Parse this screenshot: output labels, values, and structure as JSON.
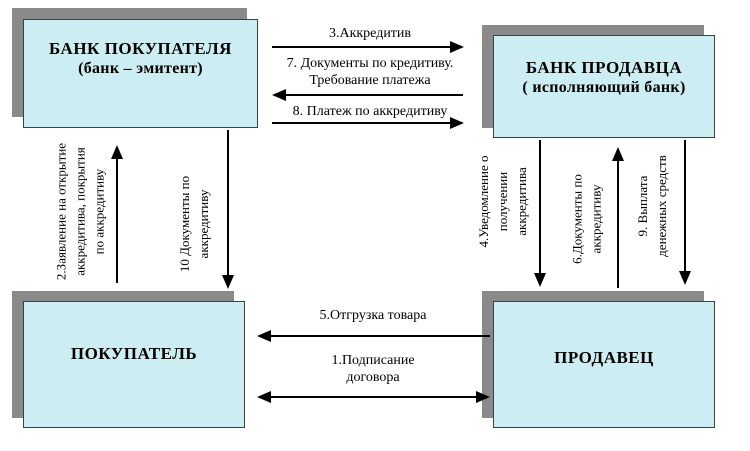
{
  "colors": {
    "background": "#ffffff",
    "box_fill": "#cceef2",
    "box_border": "#404040",
    "shadow": "#8a8a8a",
    "arrow": "#000000"
  },
  "nodes": {
    "bank_buyer": {
      "title": "БАНК ПОКУПАТЕЛЯ",
      "subtitle": "(банк – эмитент)"
    },
    "bank_seller": {
      "title": "БАНК ПРОДАВЦА",
      "subtitle": "( исполняющий банк)"
    },
    "buyer": {
      "title": "ПОКУПАТЕЛЬ"
    },
    "seller": {
      "title": "ПРОДАВЕЦ"
    }
  },
  "flows": {
    "step1": {
      "direction": "both",
      "lines": [
        "1.Подписание",
        "договора"
      ]
    },
    "step2": {
      "direction": "up",
      "lines": [
        "2.Заявление на открытие",
        "аккредитива, покрытия",
        "по аккредитиву"
      ]
    },
    "step3": {
      "direction": "right",
      "lines": [
        "3.Аккредитив"
      ]
    },
    "step4": {
      "direction": "down",
      "lines": [
        "4.Уведомление о",
        "получении",
        "аккредитива"
      ]
    },
    "step5": {
      "direction": "left",
      "lines": [
        "5.Отгрузка товара"
      ]
    },
    "step6": {
      "direction": "up",
      "lines": [
        "6.Документы по",
        "аккредитиву"
      ]
    },
    "step7": {
      "direction": "left",
      "lines": [
        "7. Документы по  кредитиву.",
        "Требование платежа"
      ]
    },
    "step8": {
      "direction": "right",
      "lines": [
        "8. Платеж по аккредитиву"
      ]
    },
    "step9": {
      "direction": "down",
      "lines": [
        "9. Выплата",
        "денежных средств"
      ]
    },
    "step10": {
      "direction": "down",
      "lines": [
        "10 Документы по",
        "аккредитиву"
      ]
    }
  }
}
